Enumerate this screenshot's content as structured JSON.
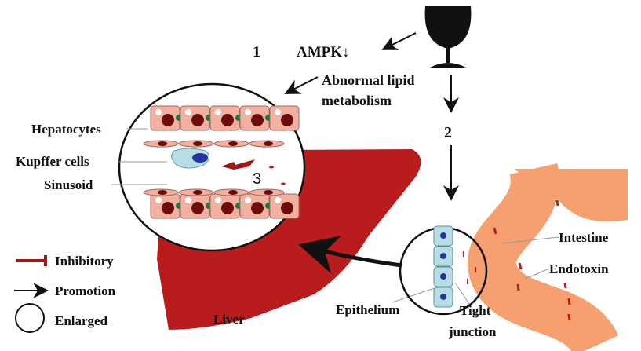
{
  "steps": {
    "one": "1",
    "two": "2",
    "three": "3"
  },
  "ampk": "AMPK↓",
  "lipid": {
    "line1": "Abnormal lipid",
    "line2": "metabolism"
  },
  "labels": {
    "hepatocytes": "Hepatocytes",
    "kupffer": "Kupffer cells",
    "sinusoid": "Sinusoid",
    "liver": "Liver",
    "intestine": "Intestine",
    "endotoxin": "Endotoxin",
    "epithelium": "Epithelium",
    "tight1": "Tight",
    "tight2": "junction"
  },
  "legend": {
    "inhibitory": "Inhibitory",
    "promotion": "Promotion",
    "enlarged": "Enlarged"
  },
  "colors": {
    "liver": "#b81c1c",
    "hepatocyte": "#f2b1a0",
    "nucleus": "#6e0b0b",
    "intestine": "#f5a06e",
    "kupffer": "#b9dde6",
    "inhibit": "#a01515"
  }
}
